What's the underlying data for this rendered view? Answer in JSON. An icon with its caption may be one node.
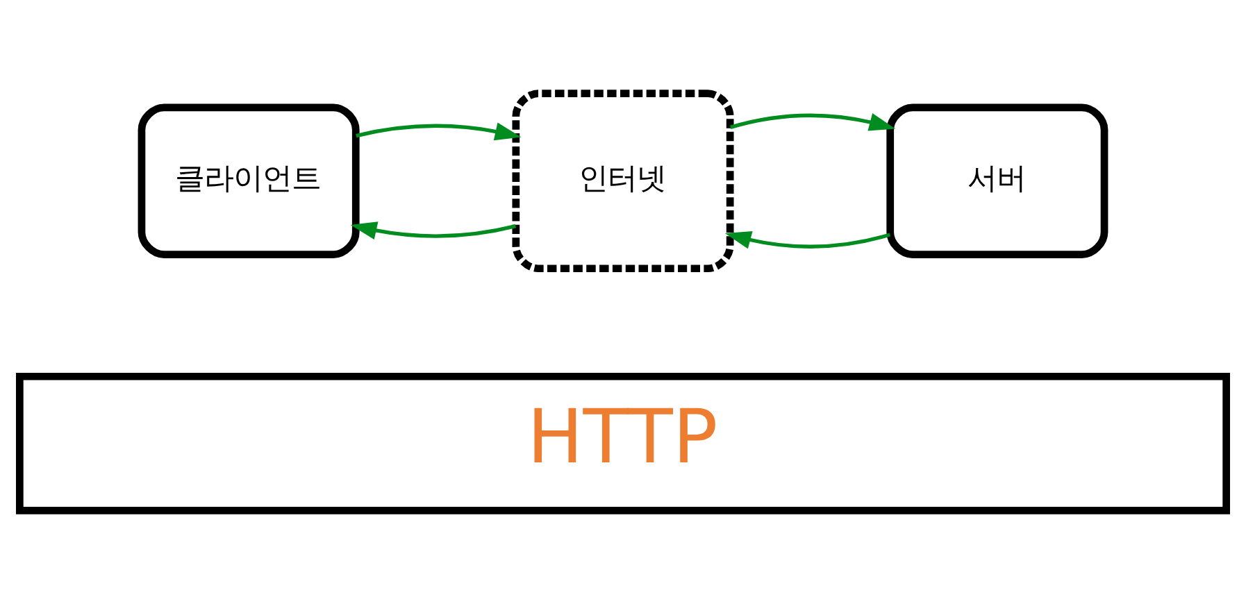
{
  "diagram": {
    "nodes": [
      {
        "text": [
          "클라이언트"
        ]
      },
      {
        "text": [
          "인터넷"
        ]
      },
      {
        "text": [
          "서버"
        ]
      },
      {
        "text": [
          "HTTP"
        ]
      }
    ],
    "edges": [
      {
        "from": 1,
        "to": 0,
        "arrow": "to"
      },
      {
        "from": 0,
        "to": 1,
        "arrow": "to"
      },
      {
        "from": 2,
        "to": 1,
        "arrow": "to"
      },
      {
        "from": 1,
        "to": 2,
        "arrow": "to"
      }
    ]
  }
}
